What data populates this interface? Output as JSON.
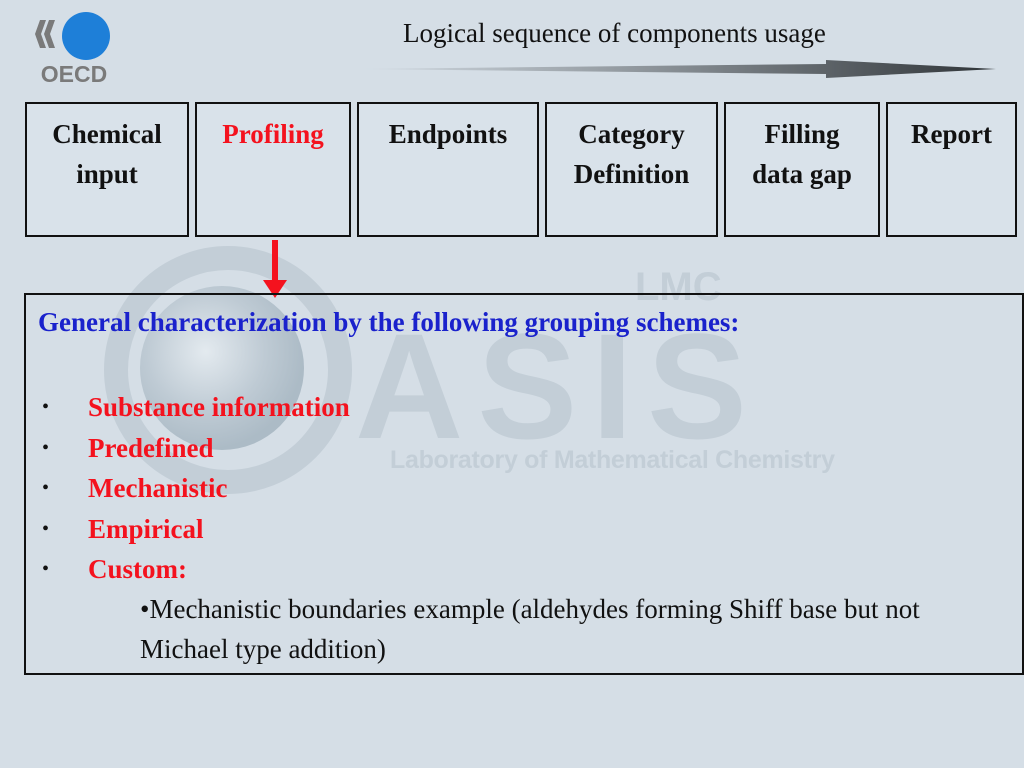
{
  "logo": {
    "text": "OECD",
    "colors": {
      "blue": "#1e7fd8",
      "gray": "#7a7a7a"
    }
  },
  "header": {
    "title": "Logical sequence of components usage"
  },
  "components": [
    {
      "label_lines": [
        "Chemical",
        "input"
      ],
      "active": false
    },
    {
      "label_lines": [
        "Profiling"
      ],
      "active": true
    },
    {
      "label_lines": [
        "Endpoints"
      ],
      "active": false
    },
    {
      "label_lines": [
        "Category",
        "Definition"
      ],
      "active": false
    },
    {
      "label_lines": [
        "Filling",
        "data gap"
      ],
      "active": false
    },
    {
      "label_lines": [
        "Report"
      ],
      "active": false
    }
  ],
  "content": {
    "heading": "General characterization by the following grouping schemes:",
    "bullet_symbol": "•",
    "bullets": [
      "Substance information",
      "Predefined",
      "Mechanistic",
      "Empirical",
      "Custom:"
    ],
    "sub_note": "•Mechanistic boundaries example (aldehydes forming Shiff base but not Michael type addition)"
  },
  "watermark": {
    "top_text": "LMC",
    "big_text": "ASIS",
    "bottom_text": "Laboratory of Mathematical Chemistry"
  },
  "colors": {
    "background": "#d5dee6",
    "heading_blue": "#1a22cc",
    "accent_red": "#f4121e",
    "arrow_dark": "#3a3a3a"
  }
}
